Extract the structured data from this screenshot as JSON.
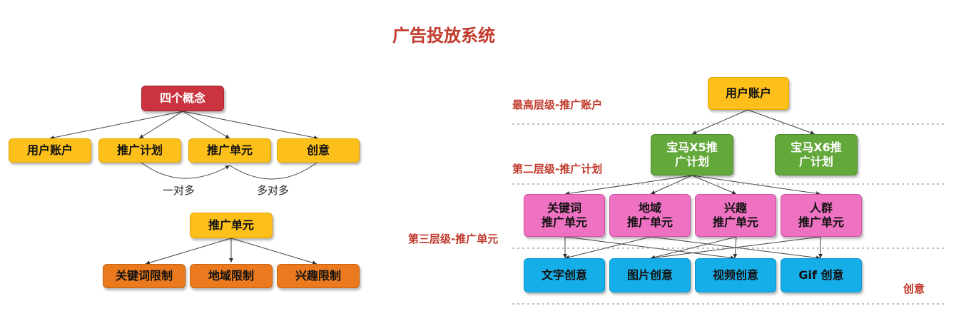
{
  "title": "广告投放系统",
  "left": {
    "root": "四个概念",
    "concepts": [
      "用户账户",
      "推广计划",
      "推广单元",
      "创意"
    ],
    "relations": [
      "一对多",
      "多对多"
    ],
    "unit": "推广单元",
    "limits": [
      "关键词限制",
      "地域限制",
      "兴趣限制"
    ]
  },
  "right": {
    "levels": [
      "最高层级-推广账户",
      "第二层级-推广计划",
      "第三层级-推广单元",
      "创意"
    ],
    "account": "用户账户",
    "plans": [
      "宝马X5推\n广计划",
      "宝马X6推\n广计划"
    ],
    "units": [
      "关键词\n推广单元",
      "地域\n推广单元",
      "兴趣\n推广单元",
      "人群\n推广单元"
    ],
    "creatives": [
      "文字创意",
      "图片创意",
      "视频创意",
      "Gif 创意"
    ]
  },
  "colors": {
    "title": "#c0392b",
    "yellow": "#fdc01b",
    "red": "#c9343f",
    "orange": "#ea7a1d",
    "green": "#63a83a",
    "pink": "#ee72c1",
    "blue": "#16aee8"
  }
}
